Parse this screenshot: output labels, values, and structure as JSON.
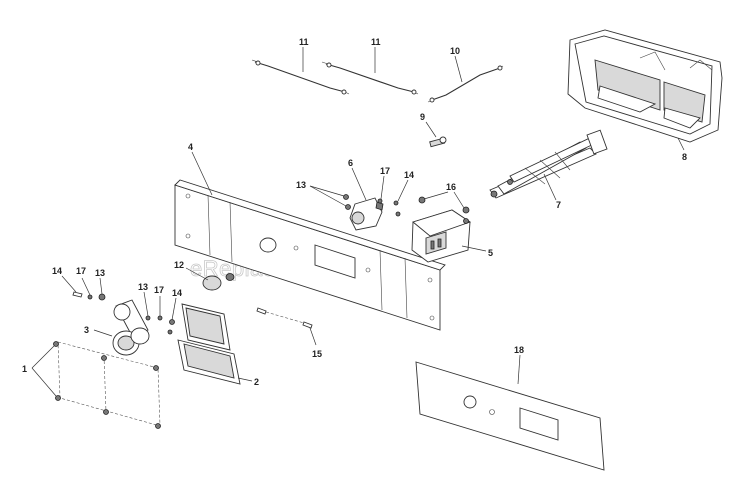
{
  "watermark": "eReplacementParts.com",
  "callouts": {
    "p1": "1",
    "p2": "2",
    "p3": "3",
    "p4": "4",
    "p5": "5",
    "p6": "6",
    "p7": "7",
    "p8": "8",
    "p9": "9",
    "p10": "10",
    "p11a": "11",
    "p11b": "11",
    "p12": "12",
    "p13a": "13",
    "p13b": "13",
    "p13c": "13",
    "p14a": "14",
    "p14b": "14",
    "p14c": "14",
    "p15": "15",
    "p16": "16",
    "p17a": "17",
    "p17b": "17",
    "p17c": "17",
    "p18": "18"
  }
}
